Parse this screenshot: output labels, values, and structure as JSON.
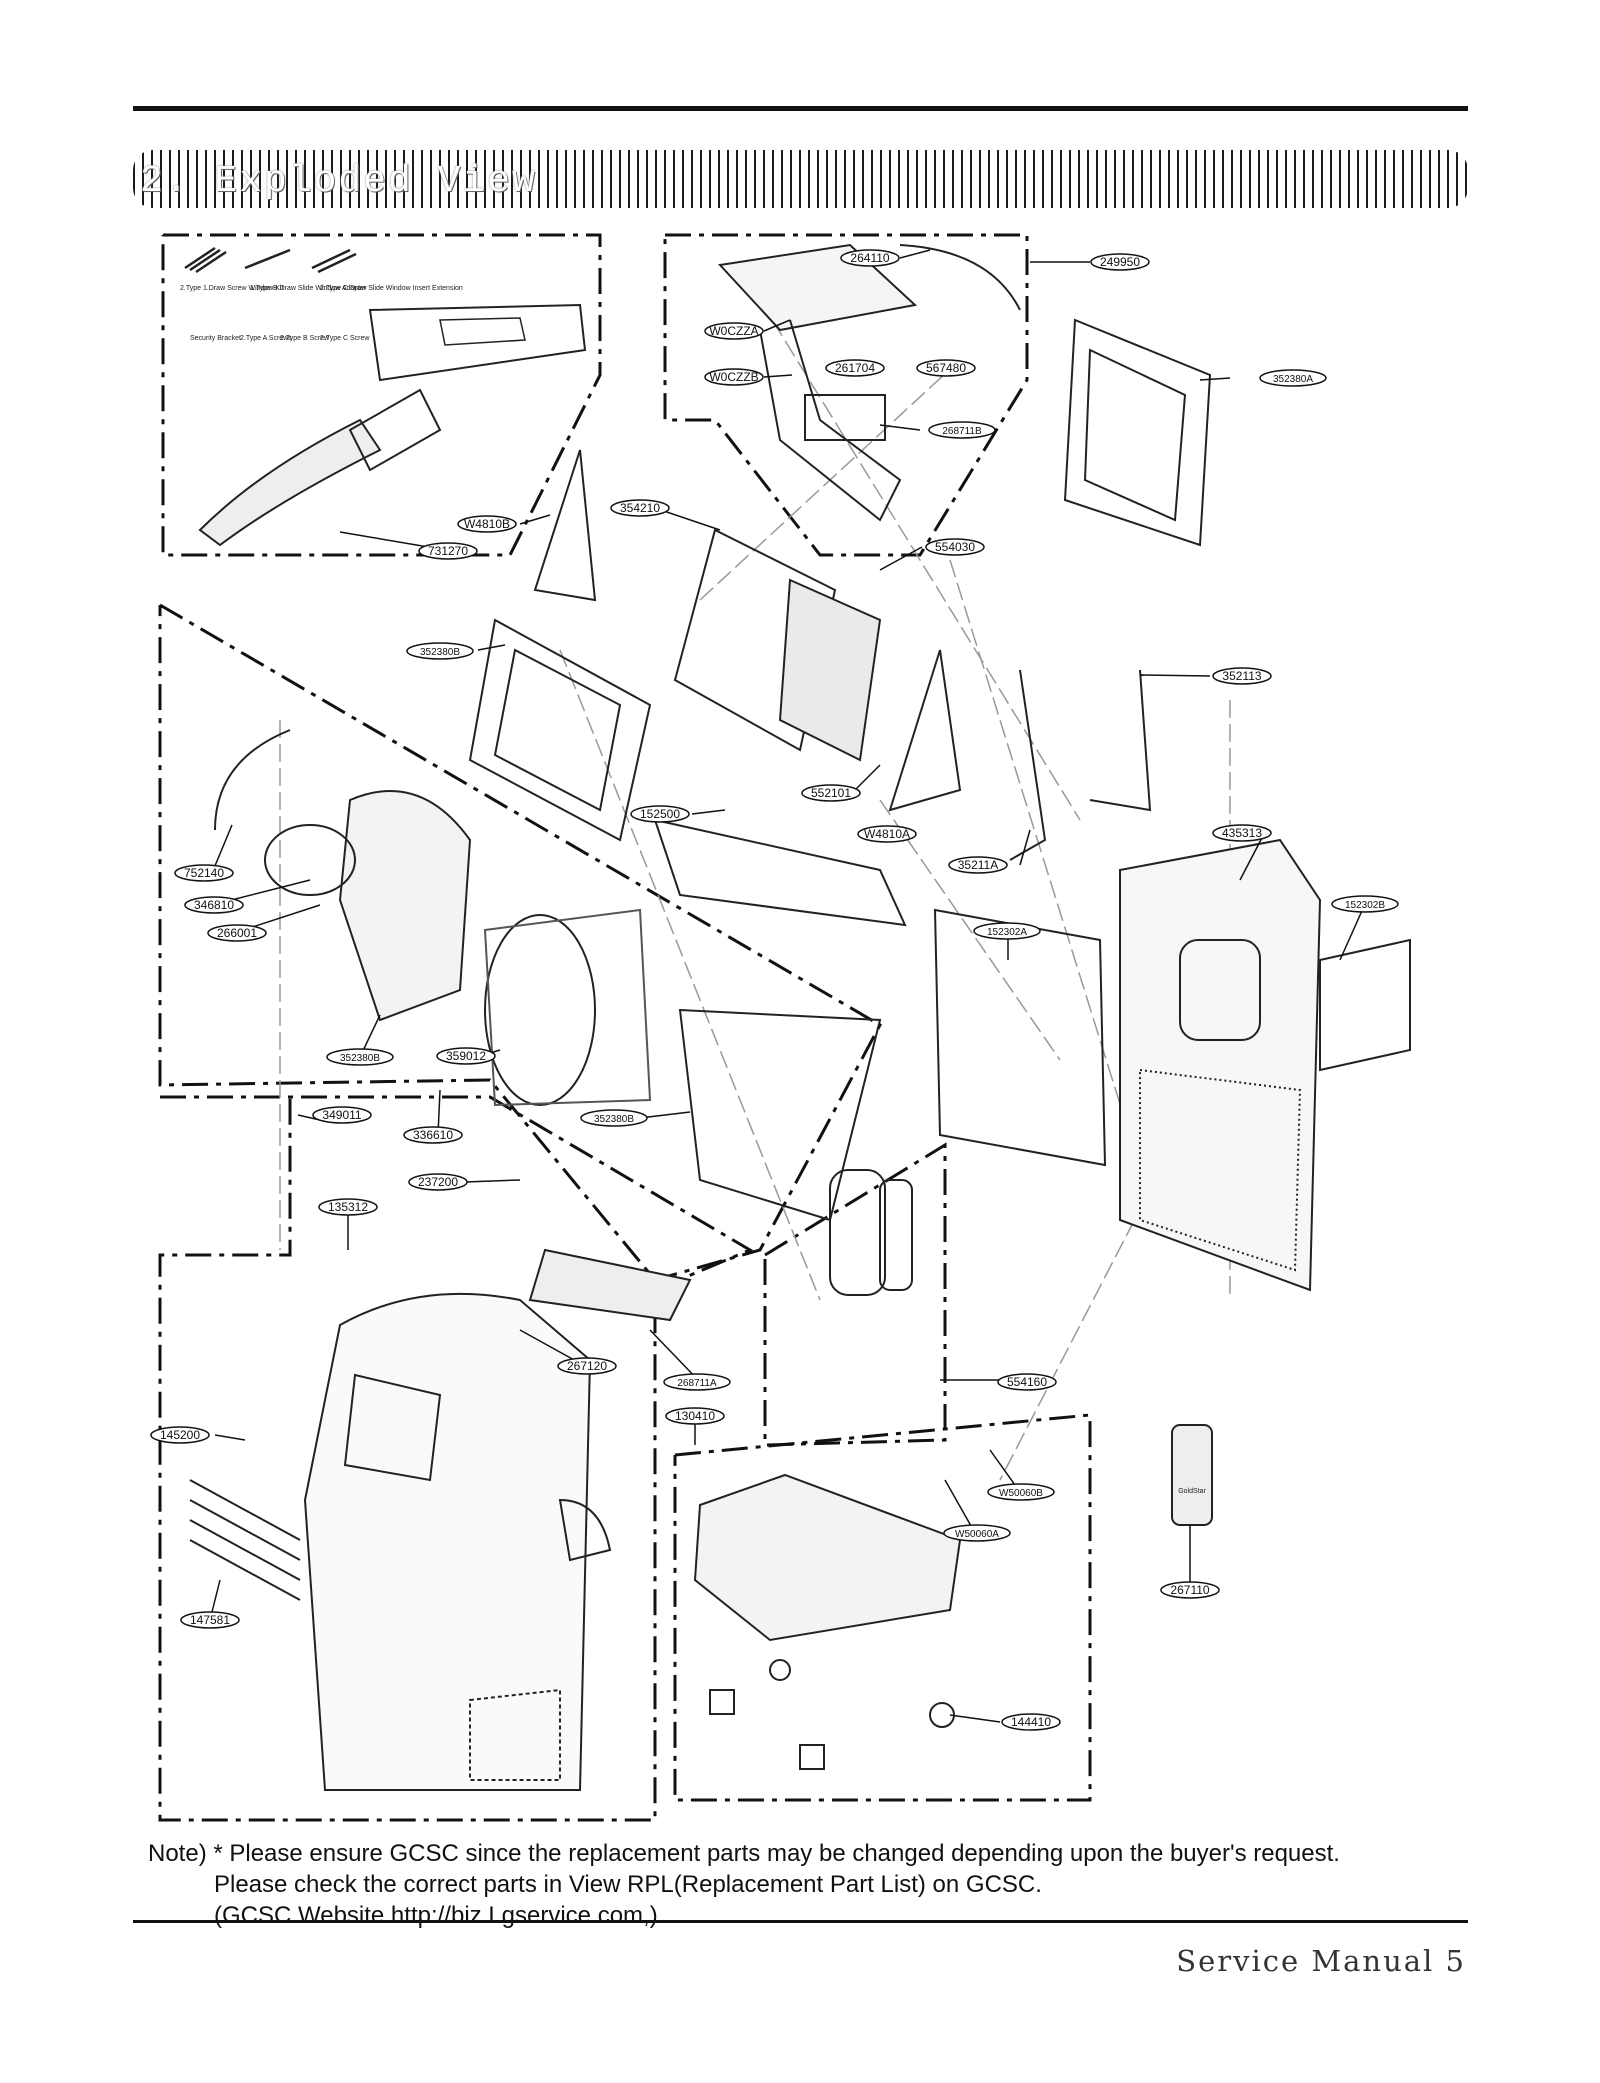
{
  "section_title": "2. Exploded View",
  "part_labels": [
    "264110",
    "249950",
    "W0CZZA",
    "261704",
    "W0CZZB",
    "567480",
    "268711B",
    "352380A",
    "W4810B",
    "354210",
    "731270",
    "554030",
    "352380B",
    "352113",
    "552101",
    "152500",
    "W4810A",
    "35211A",
    "435313",
    "752140",
    "346810",
    "266001",
    "152302B",
    "152302A",
    "352380B",
    "359012",
    "349011",
    "336610",
    "352380B",
    "237200",
    "135312",
    "267120",
    "268711A",
    "130410",
    "554160",
    "145200",
    "W50060B",
    "W50060A",
    "267110",
    "147581",
    "144410"
  ],
  "kit_text": {
    "duct_parts": [
      "2.Type 1.Draw Screw Window Kit",
      "1.Type B Draw Slide Window Adapter",
      "2.Type C Draw Slide Window Insert Extension"
    ],
    "fasteners": [
      "Security Bracket",
      "2.Type A Screws",
      "2.Type B Screw",
      "2.Type C Screw"
    ]
  },
  "remote_brand": "GoldStar",
  "note": {
    "line1": "Note) * Please ensure GCSC since the replacement parts may be changed depending upon the buyer's request.",
    "line2": "Please check  the correct parts in View RPL(Replacement Part List) on GCSC.",
    "line3": "(GCSC Website  http://biz.Lgservice.com,)"
  },
  "footer": "Service Manual  5"
}
